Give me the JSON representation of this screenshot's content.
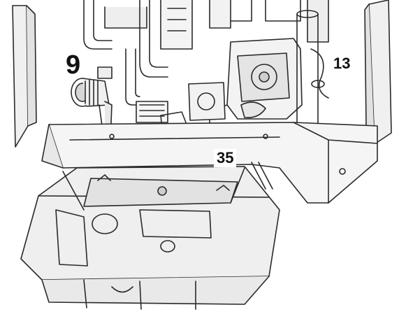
{
  "callouts": {
    "valve": "9",
    "right_component": "13",
    "front_cover": "35"
  },
  "colors": {
    "line": "#2a2a2a",
    "shade": "#cfcfcf",
    "panel": "#e9e9e9",
    "background": "#ffffff"
  }
}
